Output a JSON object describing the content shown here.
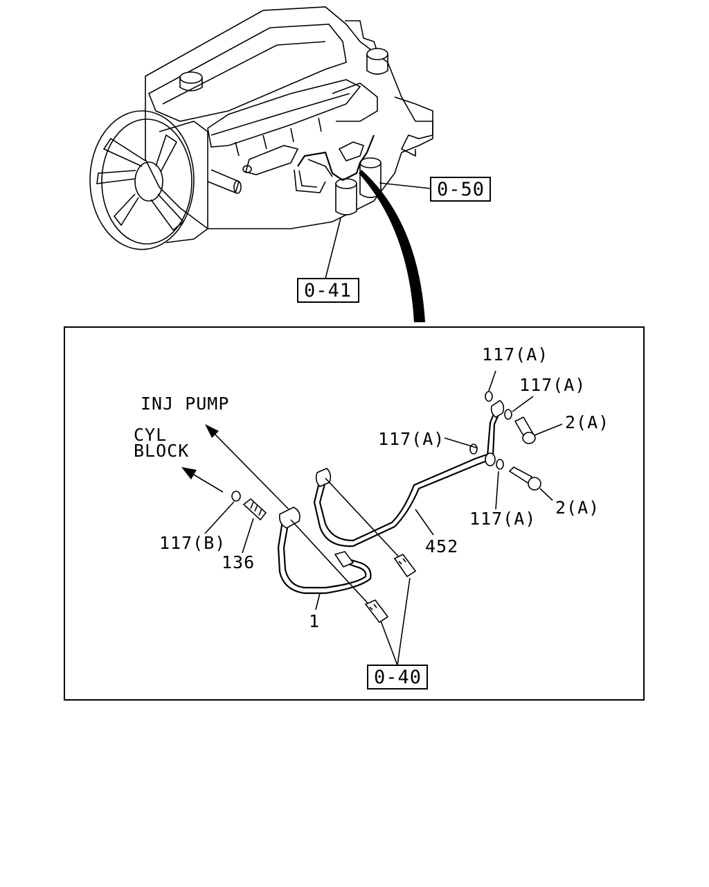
{
  "references": {
    "ref_0_50": "0-50",
    "ref_0_41": "0-41",
    "ref_0_40": "0-40"
  },
  "directions": {
    "inj_pump": "INJ PUMP",
    "cyl_block_line1": "CYL",
    "cyl_block_line2": "BLOCK"
  },
  "parts": {
    "p117a_top": "117(A)",
    "p117a_second": "117(A)",
    "p117a_left": "117(A)",
    "p117a_bottom": "117(A)",
    "p2a_top": "2(A)",
    "p2a_bottom": "2(A)",
    "p117b": "117(B)",
    "p136": "136",
    "p452": "452",
    "p1": "1"
  }
}
